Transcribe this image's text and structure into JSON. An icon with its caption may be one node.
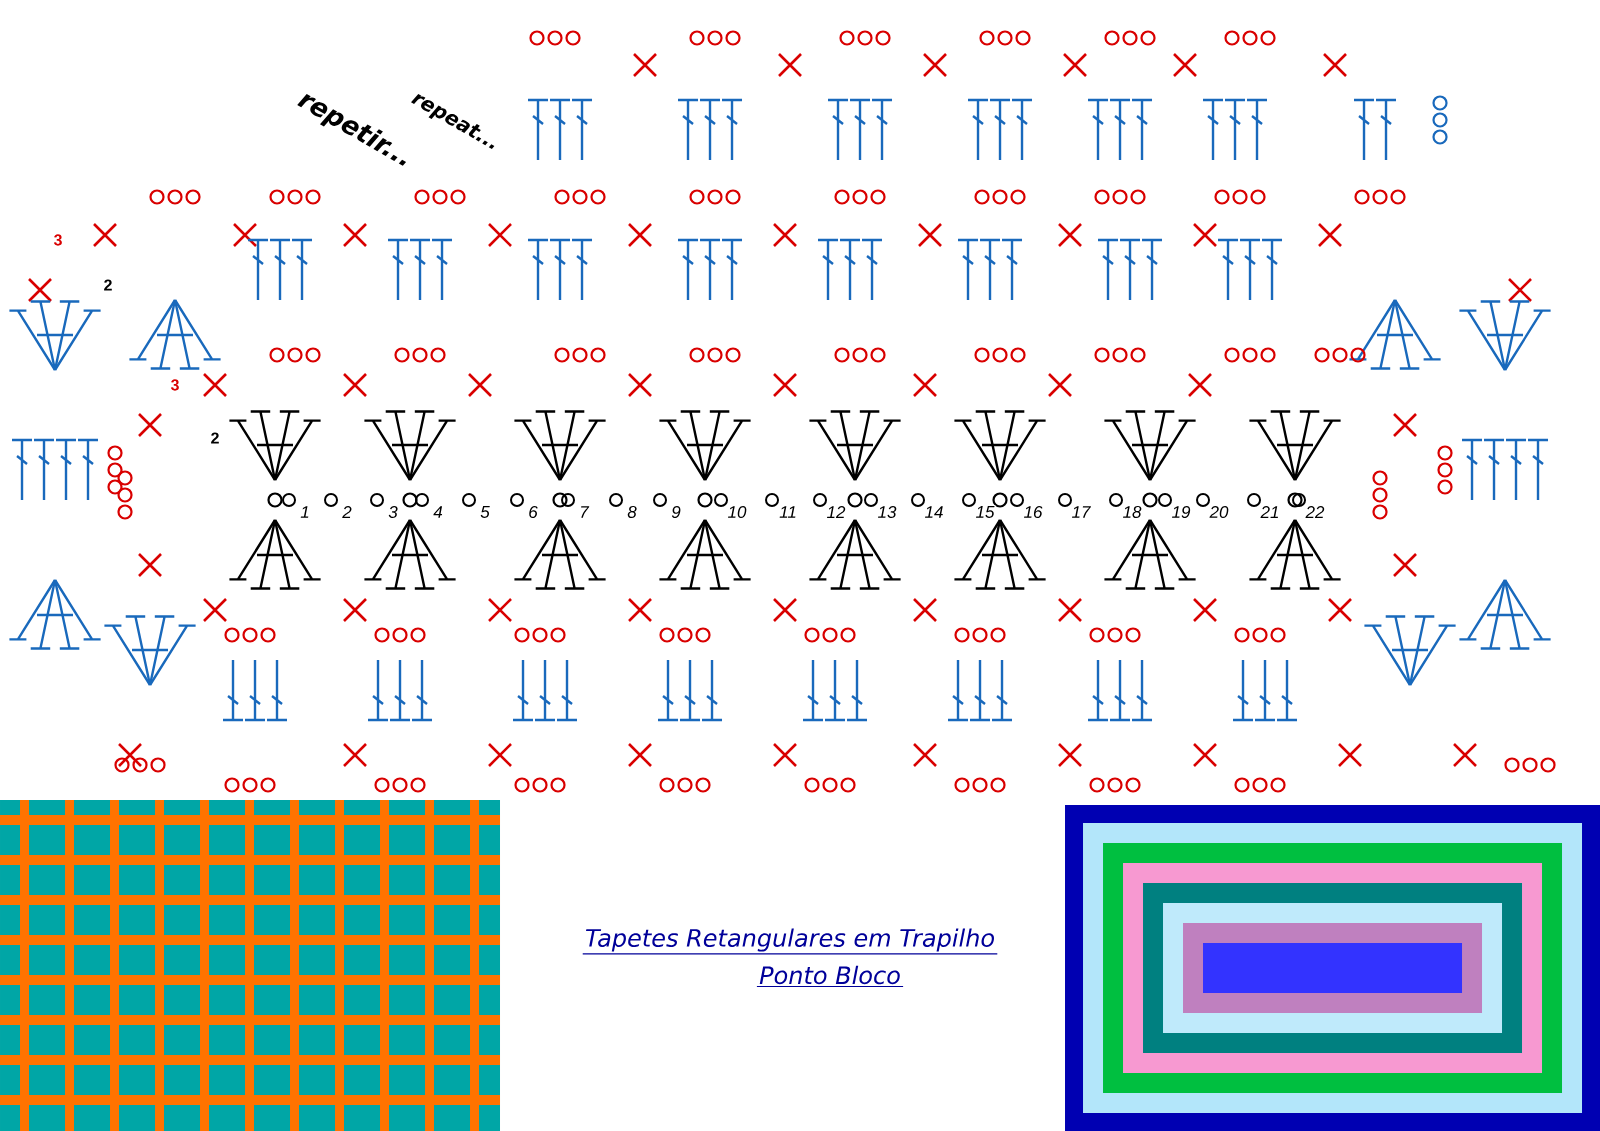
{
  "diagram": {
    "labels": [
      "repetir...",
      "repeat...",
      "3",
      "2",
      "3",
      "2",
      "1",
      "2",
      "3",
      "4",
      "5",
      "6",
      "7",
      "8",
      "9",
      "10",
      "11",
      "12",
      "13",
      "14",
      "15",
      "16",
      "17",
      "18",
      "19",
      "20",
      "21",
      "22",
      "Tapetes Retangulares em Trapilho",
      "Ponto Bloco"
    ]
  }
}
